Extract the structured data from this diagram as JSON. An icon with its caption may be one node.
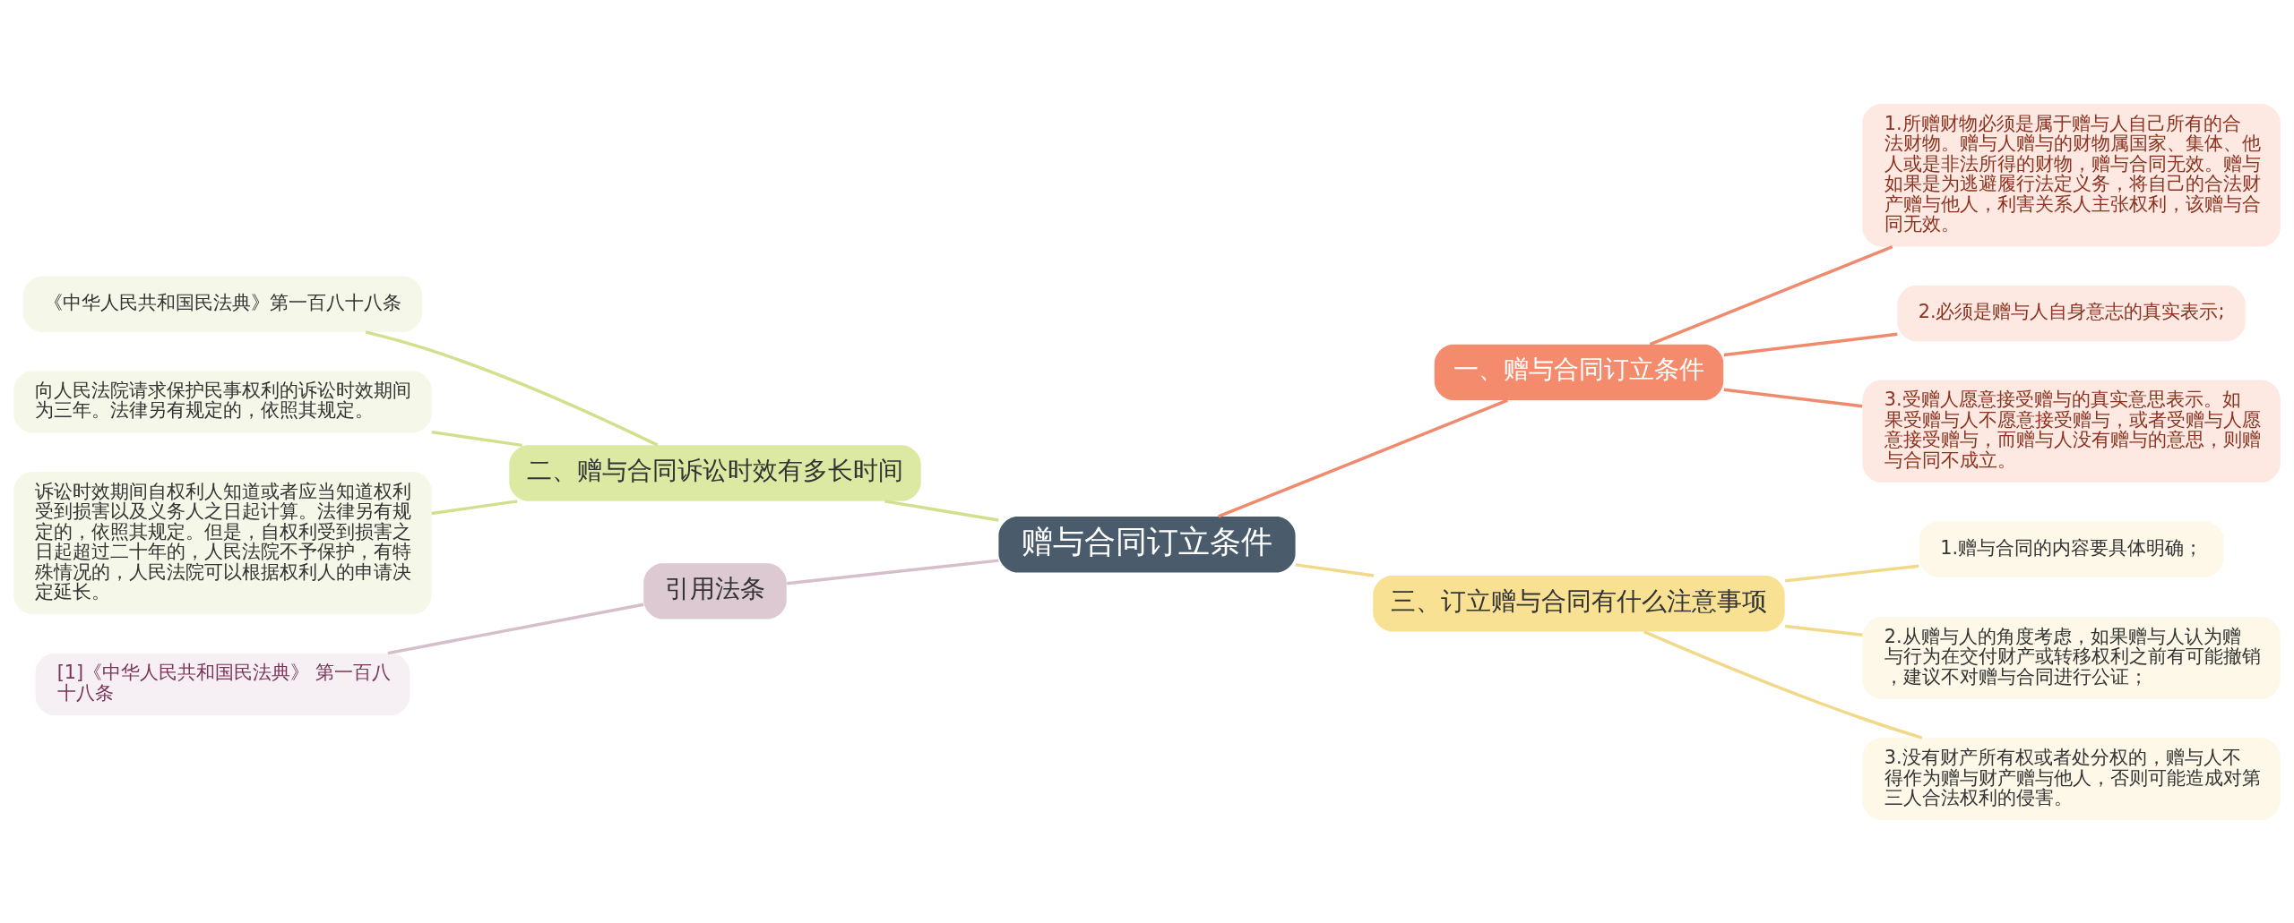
{
  "diagram": {
    "nodes": [
      {
        "text": [
          "赠与合同订立条件"
        ]
      },
      {
        "text": [
          "一、赠与合同订立条件"
        ]
      },
      {
        "text": [
          "1.所赠财物必须是属于赠与人自己所有的合法财物。赠与人赠与的财物属国家、集体、他人或是非法所得的财物，赠与合同无效。赠与如果是为逃避履行法定义务，将自己的合法财产赠与他人，利害关系人主张权利，该赠与合同无效。"
        ]
      },
      {
        "text": [
          "2.必须是赠与人自身意志的真实表示;"
        ]
      },
      {
        "text": [
          "3.受赠人愿意接受赠与的真实意思表示。如果受赠与人不愿意接受赠与，或者受赠与人愿意接受赠与，而赠与人没有赠与的意思，则赠与合同不成立。"
        ]
      },
      {
        "text": [
          "二、赠与合同诉讼时效有多长时间"
        ]
      },
      {
        "text": [
          "《中华人民共和国民法典》第一百八十八条"
        ]
      },
      {
        "text": [
          "向人民法院请求保护民事权利的诉讼时效期间为三年。法律另有规定的，依照其规定。"
        ]
      },
      {
        "text": [
          "诉讼时效期间自权利人知道或者应当知道权利受到损害以及义务人之日起计算。法律另有规定的，依照其规定。但是，自权利受到损害之日起超过二十年的，人民法院不予保护，有特殊情况的，人民法院可以根据权利人的申请决定延长。"
        ]
      },
      {
        "text": [
          "三、订立赠与合同有什么注意事项"
        ]
      },
      {
        "text": [
          "1.赠与合同的内容要具体明确；"
        ]
      },
      {
        "text": [
          "2.从赠与人的角度考虑，如果赠与人认为赠与行为在交付财产或转移权利之前有可能撤销，建议不对赠与合同进行公证；"
        ]
      },
      {
        "text": [
          "3.没有财产所有权或者处分权的，赠与人不得作为赠与财产赠与他人，否则可能造成对第三人合法权利的侵害。"
        ]
      },
      {
        "text": [
          "引用法条"
        ]
      },
      {
        "text": [
          "[1]《中华人民共和国民法典》 第一百八十八条"
        ]
      }
    ],
    "edges": [
      {
        "from": 0,
        "to": 1,
        "arrow": "none",
        "color": "#f08a6c"
      },
      {
        "from": 1,
        "to": 2,
        "arrow": "none",
        "color": "#f08a6c"
      },
      {
        "from": 1,
        "to": 3,
        "arrow": "none",
        "color": "#f08a6c"
      },
      {
        "from": 1,
        "to": 4,
        "arrow": "none",
        "color": "#f08a6c"
      },
      {
        "from": 5,
        "to": 0,
        "arrow": "none",
        "color": "#d2e08e"
      },
      {
        "from": 6,
        "to": 5,
        "arrow": "none",
        "color": "#d2e08e"
      },
      {
        "from": 7,
        "to": 5,
        "arrow": "none",
        "color": "#d2e08e"
      },
      {
        "from": 8,
        "to": 5,
        "arrow": "none",
        "color": "#d2e08e"
      },
      {
        "from": 0,
        "to": 9,
        "arrow": "none",
        "color": "#f2d98a"
      },
      {
        "from": 9,
        "to": 10,
        "arrow": "none",
        "color": "#f2d98a"
      },
      {
        "from": 9,
        "to": 11,
        "arrow": "none",
        "color": "#f2d98a"
      },
      {
        "from": 9,
        "to": 12,
        "arrow": "none",
        "color": "#f2d98a"
      },
      {
        "from": 13,
        "to": 0,
        "arrow": "none",
        "color": "#d5bfca"
      },
      {
        "from": 14,
        "to": 13,
        "arrow": "none",
        "color": "#d5bfca"
      }
    ]
  }
}
